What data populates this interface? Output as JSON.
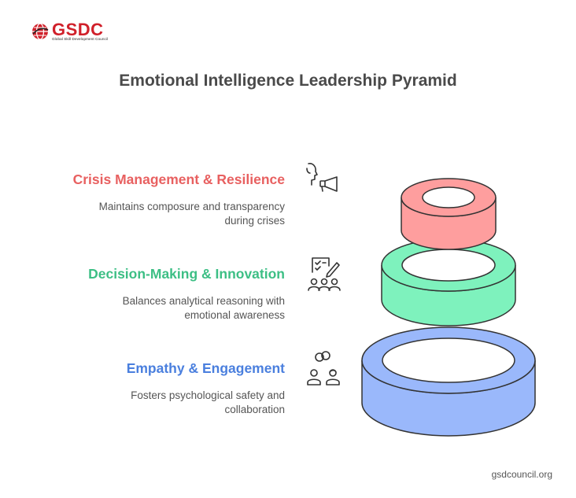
{
  "logo": {
    "wordmark": "GSDC",
    "tagline": "Global Skill Development Council"
  },
  "title": "Emotional Intelligence Leadership Pyramid",
  "levels": [
    {
      "heading": "Crisis Management & Resilience",
      "desc_line1": "Maintains composure and transparency",
      "desc_line2": "during crises",
      "color": "#ea6b6b",
      "icon": "person-megaphone-icon"
    },
    {
      "heading": "Decision-Making & Innovation",
      "desc_line1": "Balances analytical reasoning with",
      "desc_line2": "emotional awareness",
      "color": "#3dc487",
      "icon": "checklist-team-icon"
    },
    {
      "heading": "Empathy & Engagement",
      "desc_line1": "Fosters psychological safety and",
      "desc_line2": "collaboration",
      "color": "#4a86e8",
      "icon": "two-people-linked-icon"
    }
  ],
  "ring_colors": {
    "top_fill": "#fe9e9e",
    "middle_fill": "#7ef2bd",
    "bottom_fill": "#9ab8fb"
  },
  "footer": "gsdcouncil.org"
}
